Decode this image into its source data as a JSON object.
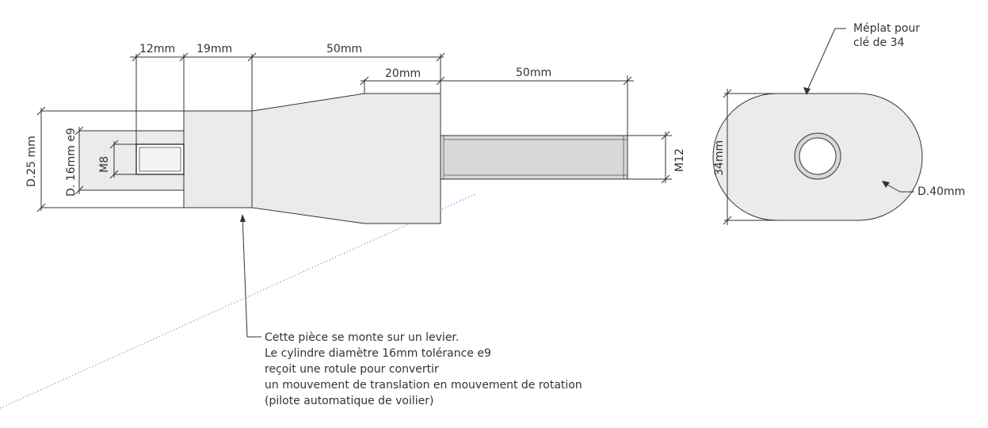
{
  "side_view": {
    "dimensions": {
      "d_12": "12mm",
      "d_19": "19mm",
      "d_50_top": "50mm",
      "d_20": "20mm",
      "d_50_thread": "50mm",
      "dia_25": "D.25 mm",
      "dia_16": "D. 16mm e9",
      "m8": "M8",
      "m12": "M12"
    }
  },
  "end_view": {
    "flat_label_line1": "Méplat pour",
    "flat_label_line2": "clé de 34",
    "height_label": "34mm",
    "diameter_label": "D.40mm"
  },
  "note": {
    "lines": [
      "Cette pièce se monte sur un levier.",
      "Le cylindre diamètre 16mm tolérance e9",
      "reçoit une rotule pour convertir",
      "un mouvement de translation en mouvement de rotation",
      "(pilote automatique de voilier)"
    ]
  },
  "colors": {
    "line": "#333333",
    "part_fill": "#ebebeb"
  }
}
